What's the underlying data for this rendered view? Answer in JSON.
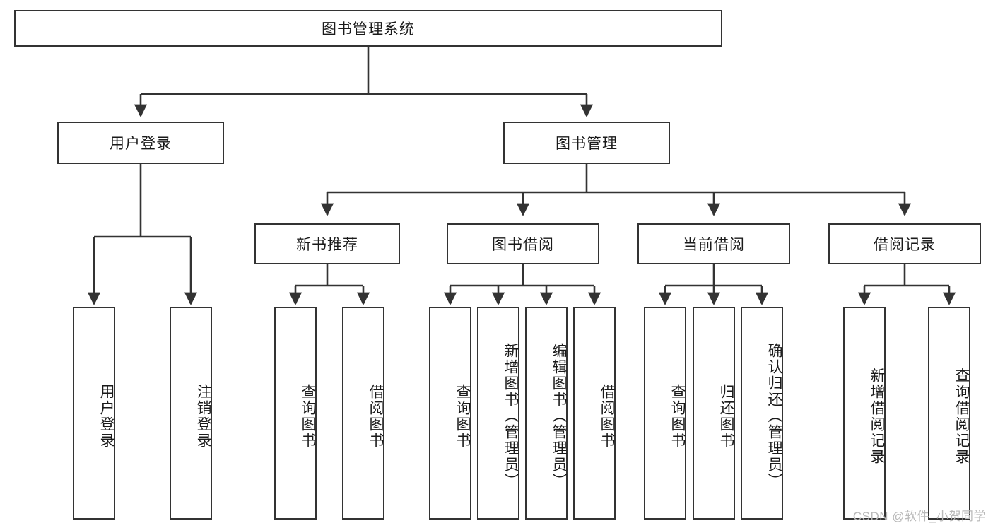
{
  "diagram": {
    "type": "tree-hierarchy-chart",
    "title": "图书管理系统",
    "watermark": "CSDN @软件_小贺同学",
    "colors": {
      "box_border": "#333333",
      "box_fill": "#ffffff",
      "connector": "#333333",
      "text": "#1a1a1a",
      "watermark": "#b9b9b9",
      "background": "#ffffff"
    },
    "nodes": {
      "root": {
        "label": "图书管理系统",
        "level": 0,
        "orientation": "horizontal"
      },
      "l1": [
        {
          "id": "user-login",
          "label": "用户登录",
          "orientation": "horizontal"
        },
        {
          "id": "book-manage",
          "label": "图书管理",
          "orientation": "horizontal"
        }
      ],
      "l2": [
        {
          "id": "new-book-recommend",
          "label": "新书推荐",
          "orientation": "horizontal",
          "parent": "book-manage"
        },
        {
          "id": "book-borrow",
          "label": "图书借阅",
          "orientation": "horizontal",
          "parent": "book-manage"
        },
        {
          "id": "current-borrow",
          "label": "当前借阅",
          "orientation": "horizontal",
          "parent": "book-manage"
        },
        {
          "id": "borrow-record",
          "label": "借阅记录",
          "orientation": "horizontal",
          "parent": "book-manage"
        }
      ],
      "leaves": {
        "user_login": [
          {
            "id": "leaf-user-login",
            "label": "用户登录"
          },
          {
            "id": "leaf-user-logout",
            "label": "注销登录"
          }
        ],
        "new_book_recommend": [
          {
            "id": "leaf-query-book-1",
            "label": "查询图书"
          },
          {
            "id": "leaf-borrow-book-1",
            "label": "借阅图书"
          }
        ],
        "book_borrow": [
          {
            "id": "leaf-query-book-2",
            "label": "查询图书"
          },
          {
            "id": "leaf-add-book",
            "label": "新增图书（管理员）"
          },
          {
            "id": "leaf-edit-book",
            "label": "编辑图书（管理员）"
          },
          {
            "id": "leaf-borrow-book-2",
            "label": "借阅图书"
          }
        ],
        "current_borrow": [
          {
            "id": "leaf-query-book-3",
            "label": "查询图书"
          },
          {
            "id": "leaf-return-book",
            "label": "归还图书"
          },
          {
            "id": "leaf-confirm-return",
            "label": "确认归还（管理员）"
          }
        ],
        "borrow_record": [
          {
            "id": "leaf-add-record",
            "label": "新增借阅记录"
          },
          {
            "id": "leaf-query-record",
            "label": "查询借阅记录"
          }
        ]
      }
    }
  }
}
